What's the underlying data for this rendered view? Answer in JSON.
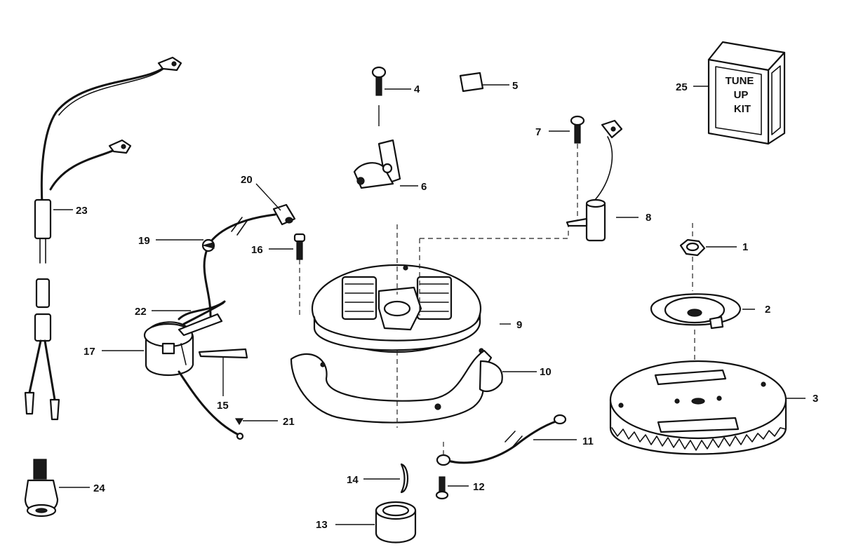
{
  "callouts": [
    {
      "id": "1",
      "label": "1"
    },
    {
      "id": "2",
      "label": "2"
    },
    {
      "id": "3",
      "label": "3"
    },
    {
      "id": "4",
      "label": "4"
    },
    {
      "id": "5",
      "label": "5"
    },
    {
      "id": "6",
      "label": "6"
    },
    {
      "id": "7",
      "label": "7"
    },
    {
      "id": "8",
      "label": "8"
    },
    {
      "id": "9",
      "label": "9"
    },
    {
      "id": "10",
      "label": "10"
    },
    {
      "id": "11",
      "label": "11"
    },
    {
      "id": "12",
      "label": "12"
    },
    {
      "id": "13",
      "label": "13"
    },
    {
      "id": "14",
      "label": "14"
    },
    {
      "id": "15",
      "label": "15"
    },
    {
      "id": "16",
      "label": "16"
    },
    {
      "id": "17",
      "label": "17"
    },
    {
      "id": "19",
      "label": "19"
    },
    {
      "id": "20",
      "label": "20"
    },
    {
      "id": "21",
      "label": "21"
    },
    {
      "id": "22",
      "label": "22"
    },
    {
      "id": "23",
      "label": "23"
    },
    {
      "id": "24",
      "label": "24"
    },
    {
      "id": "25",
      "label": "25"
    }
  ],
  "tune_up_kit": {
    "line1": "TUNE",
    "line2": "UP",
    "line3": "KIT"
  },
  "colors": {
    "ink": "#111111",
    "paper": "#ffffff"
  }
}
